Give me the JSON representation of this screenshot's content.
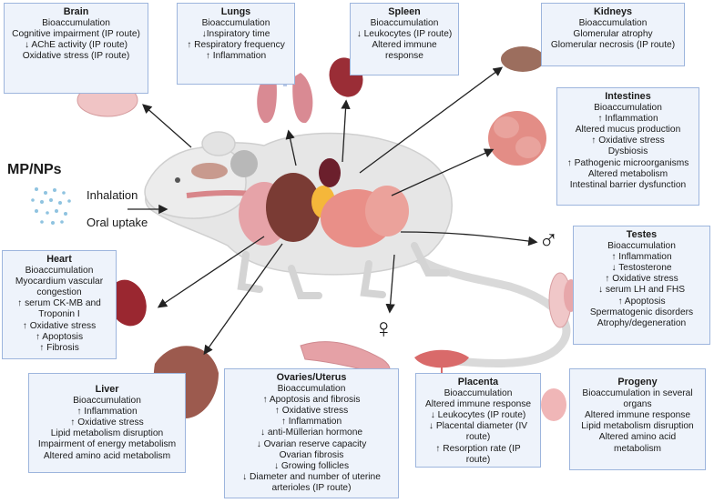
{
  "exposure": {
    "title": "MP/NPs",
    "routes": [
      "Inhalation",
      "Oral uptake"
    ]
  },
  "sex_symbols": {
    "male": "♂",
    "female": "♀"
  },
  "organs": {
    "brain": {
      "title": "Brain",
      "lines": [
        "Bioaccumulation",
        "Cognitive impairment (IP route)",
        "↓ AChE activity (IP route)",
        "Oxidative stress (IP route)"
      ]
    },
    "lungs": {
      "title": "Lungs",
      "lines": [
        "Bioaccumulation",
        "↓Inspiratory time",
        "↑ Respiratory frequency",
        "↑ Inflammation"
      ]
    },
    "spleen": {
      "title": "Spleen",
      "lines": [
        "Bioaccumulation",
        "↓ Leukocytes (IP route)",
        "Altered immune",
        "response"
      ]
    },
    "kidneys": {
      "title": "Kidneys",
      "lines": [
        "Bioaccumulation",
        "Glomerular atrophy",
        "Glomerular necrosis (IP route)"
      ]
    },
    "intestines": {
      "title": "Intestines",
      "lines": [
        "Bioaccumulation",
        "↑ Inflammation",
        "Altered mucus production",
        "↑ Oxidative stress",
        "Dysbiosis",
        "↑ Pathogenic microorganisms",
        "Altered metabolism",
        "Intestinal barrier dysfunction"
      ]
    },
    "heart": {
      "title": "Heart",
      "lines": [
        "Bioaccumulation",
        "Myocardium vascular",
        "congestion",
        "↑ serum CK-MB and",
        "Troponin I",
        "↑ Oxidative stress",
        "↑ Apoptosis",
        "↑ Fibrosis"
      ]
    },
    "testes": {
      "title": "Testes",
      "lines": [
        "Bioaccumulation",
        "↑ Inflammation",
        "↓ Testosterone",
        "↑ Oxidative stress",
        "↓ serum LH and FHS",
        "↑ Apoptosis",
        "Spermatogenic disorders",
        "Atrophy/degeneration"
      ]
    },
    "liver": {
      "title": "Liver",
      "lines": [
        "Bioaccumulation",
        "↑ Inflammation",
        "↑ Oxidative stress",
        "Lipid metabolism disruption",
        "Impairment of energy metabolism",
        "Altered amino acid metabolism"
      ]
    },
    "ovaries": {
      "title": "Ovaries/Uterus",
      "lines": [
        "Bioaccumulation",
        "↑ Apoptosis and fibrosis",
        "↑ Oxidative stress",
        "↑ Inflammation",
        "↓ anti-Müllerian hormone",
        "↓ Ovarian reserve capacity",
        "Ovarian fibrosis",
        "↓ Growing follicles",
        "↓ Diameter and number of uterine",
        "arterioles (IP route)"
      ]
    },
    "placenta": {
      "title": "Placenta",
      "lines": [
        "Bioaccumulation",
        "Altered immune response",
        "↓ Leukocytes (IP route)",
        "↓ Placental diameter (IV",
        "route)",
        "↑ Resorption rate (IP",
        "route)"
      ]
    },
    "progeny": {
      "title": "Progeny",
      "lines": [
        "Bioaccumulation in several",
        "organs",
        "Altered immune response",
        "Lipid metabolism disruption",
        "Altered amino acid",
        "metabolism"
      ]
    }
  }
}
